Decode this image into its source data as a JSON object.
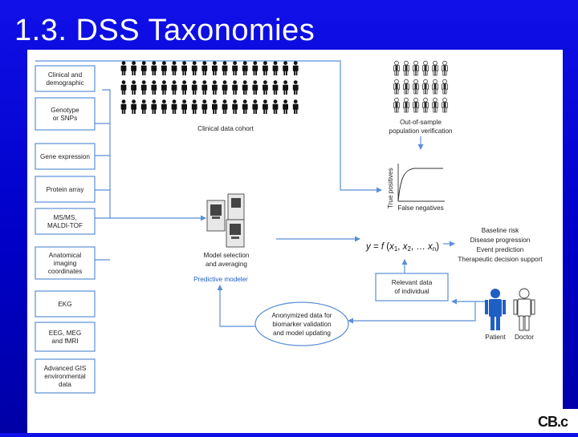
{
  "slide": {
    "title": "1.3. DSS Taxonomies",
    "logo_text": "CB.c"
  },
  "diagram": {
    "sources": [
      [
        "Clinical and",
        "demographic"
      ],
      [
        "Genotype",
        "or SNPs"
      ],
      [
        "Gene expression"
      ],
      [
        "Protein array"
      ],
      [
        "MS/MS,",
        "MALDI-TOF"
      ],
      [
        "Anatomical",
        "imaging",
        "coordinates"
      ],
      [
        "EKG"
      ],
      [
        "EEG, MEG",
        "and fMRI"
      ],
      [
        "Advanced GIS",
        "environmental",
        "data"
      ]
    ],
    "cohort_label": "Clinical data cohort",
    "oos_label": [
      "Out-of-sample",
      "population verification"
    ],
    "roc": {
      "ylabel": "True positives",
      "xlabel": "False negatives"
    },
    "model_label": [
      "Model selection",
      "and averaging"
    ],
    "predictive_modeler": "Predictive modeler",
    "formula": {
      "y": "y",
      "eq": " = ",
      "f": "f",
      "open": " (",
      "x1": "x",
      "s1": "1",
      "comma1": ", ",
      "x2": "x",
      "s2": "2",
      "dots": ", … ",
      "xn": "x",
      "sn": "n",
      "close": ")"
    },
    "outputs": [
      "Baseline risk",
      "Disease progression",
      "Event prediction",
      "Therapeutic decision support"
    ],
    "relevant_data": [
      "Relevant data",
      "of individual"
    ],
    "anonymized": [
      "Anonymized data for",
      "biomarker validation",
      "and model updating"
    ],
    "patient": "Patient",
    "doctor": "Doctor"
  }
}
